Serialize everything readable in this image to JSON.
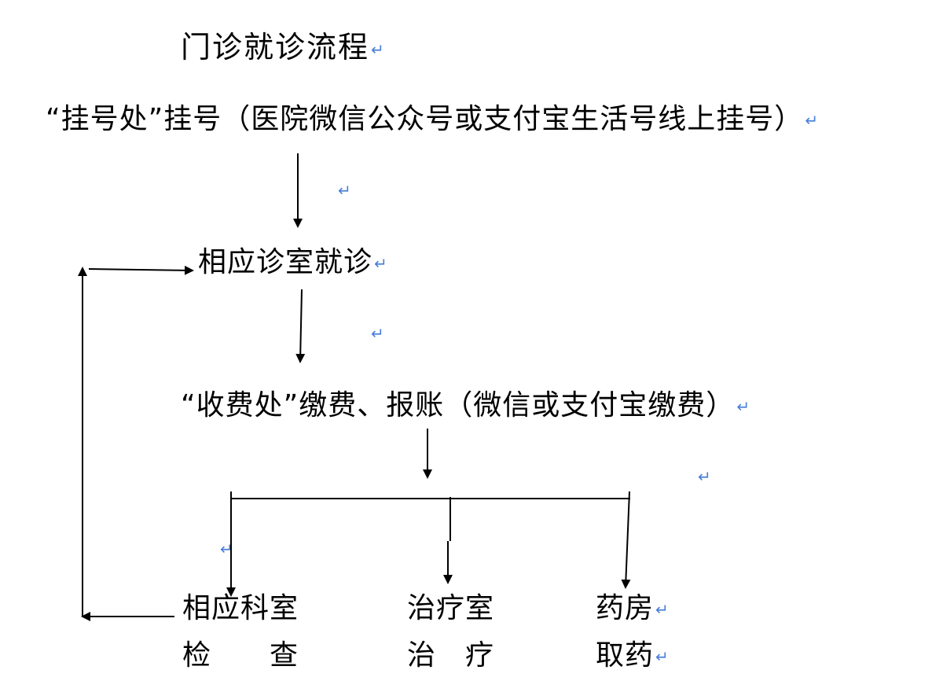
{
  "title": "门诊就诊流程",
  "steps": {
    "register": "“挂号处”挂号（医院微信公众号或支付宝生活号线上挂号）",
    "consult": "相应诊室就诊",
    "payment": "“收费处”缴费、报账（微信或支付宝缴费）"
  },
  "branches": {
    "exam_line1": "相应科室",
    "exam_line2": "检　　查",
    "treat_line1": "治疗室",
    "treat_line2": "治　疗",
    "pharmacy_line1": "药房",
    "pharmacy_line2": "取药"
  },
  "paragraph_mark": "↵",
  "colors": {
    "text": "#000000",
    "paragraph_mark": "#4a7fd8",
    "arrow": "#000000"
  }
}
